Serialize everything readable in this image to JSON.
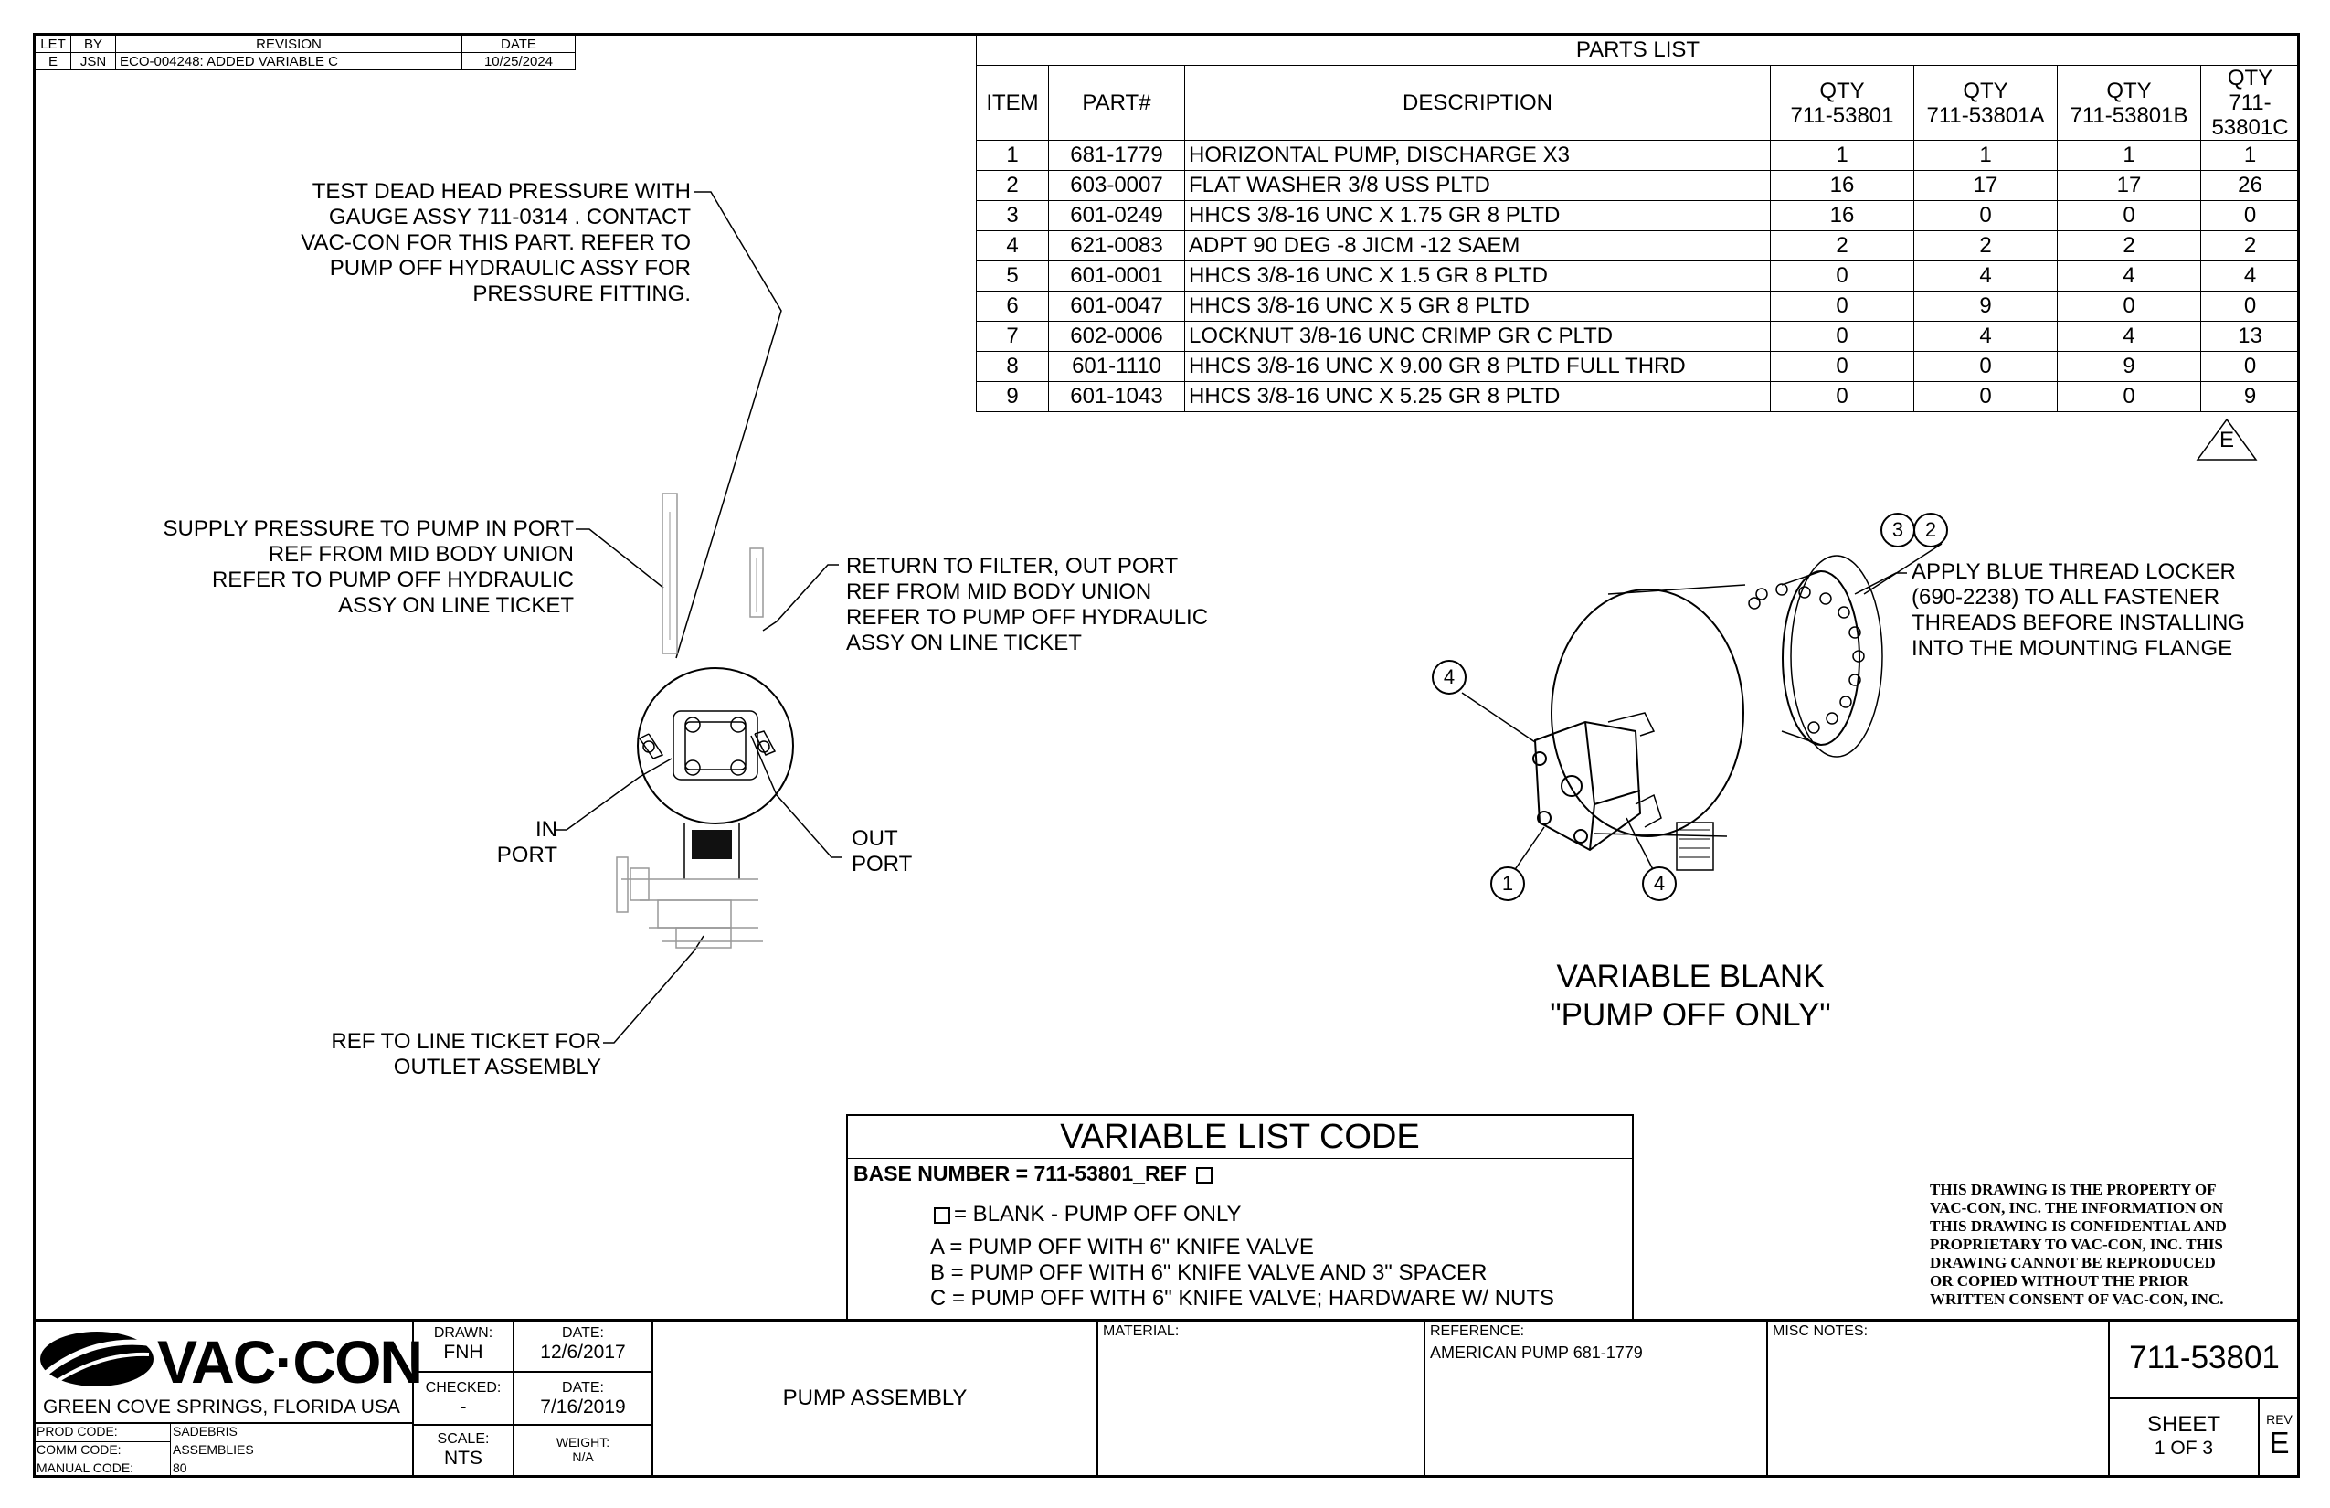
{
  "revision": {
    "headers": [
      "LET",
      "BY",
      "REVISION",
      "DATE"
    ],
    "row": [
      "E",
      "JSN",
      "ECO-004248:  ADDED VARIABLE C",
      "10/25/2024"
    ]
  },
  "parts_list": {
    "title": "PARTS LIST",
    "headers": [
      "ITEM",
      "PART#",
      "DESCRIPTION"
    ],
    "qty_label": "QTY",
    "qty_cols": [
      "711-53801",
      "711-53801A",
      "711-53801B",
      "711-53801C"
    ],
    "rows": [
      {
        "item": "1",
        "part": "681-1779",
        "desc": "HORIZONTAL PUMP, DISCHARGE X3",
        "q": [
          "1",
          "1",
          "1",
          "1"
        ]
      },
      {
        "item": "2",
        "part": "603-0007",
        "desc": "FLAT WASHER 3/8 USS PLTD",
        "q": [
          "16",
          "17",
          "17",
          "26"
        ]
      },
      {
        "item": "3",
        "part": "601-0249",
        "desc": "HHCS 3/8-16 UNC X 1.75 GR 8 PLTD",
        "q": [
          "16",
          "0",
          "0",
          "0"
        ]
      },
      {
        "item": "4",
        "part": "621-0083",
        "desc": "ADPT 90 DEG -8 JICM -12 SAEM",
        "q": [
          "2",
          "2",
          "2",
          "2"
        ]
      },
      {
        "item": "5",
        "part": "601-0001",
        "desc": "HHCS 3/8-16 UNC X 1.5 GR 8 PLTD",
        "q": [
          "0",
          "4",
          "4",
          "4"
        ]
      },
      {
        "item": "6",
        "part": "601-0047",
        "desc": "HHCS 3/8-16 UNC X 5 GR 8 PLTD",
        "q": [
          "0",
          "9",
          "0",
          "0"
        ]
      },
      {
        "item": "7",
        "part": "602-0006",
        "desc": "LOCKNUT 3/8-16 UNC CRIMP GR C PLTD",
        "q": [
          "0",
          "4",
          "4",
          "13"
        ]
      },
      {
        "item": "8",
        "part": "601-1110",
        "desc": "HHCS 3/8-16 UNC X 9.00 GR 8 PLTD FULL THRD",
        "q": [
          "0",
          "0",
          "9",
          "0"
        ]
      },
      {
        "item": "9",
        "part": "601-1043",
        "desc": "HHCS 3/8-16 UNC X 5.25 GR 8 PLTD",
        "q": [
          "0",
          "0",
          "0",
          "9"
        ]
      }
    ],
    "rev_flag": "E"
  },
  "notes": {
    "test_pressure": [
      "TEST DEAD HEAD PRESSURE WITH",
      "GAUGE ASSY 711-0314 . CONTACT",
      "VAC-CON FOR THIS PART.  REFER TO",
      "PUMP OFF HYDRAULIC ASSY FOR",
      "PRESSURE FITTING."
    ],
    "supply": [
      "SUPPLY PRESSURE TO PUMP IN PORT",
      "REF FROM MID BODY UNION",
      "REFER TO PUMP OFF HYDRAULIC",
      "ASSY ON LINE TICKET"
    ],
    "return": [
      "RETURN TO FILTER, OUT PORT",
      "REF FROM MID BODY UNION",
      "REFER TO PUMP OFF HYDRAULIC",
      "ASSY ON LINE TICKET"
    ],
    "in_port": [
      "IN",
      "PORT"
    ],
    "out_port": [
      "OUT",
      "PORT"
    ],
    "outlet": [
      "REF TO  LINE TICKET FOR",
      "OUTLET ASSEMBLY"
    ],
    "thread": [
      "APPLY BLUE THREAD LOCKER",
      "(690-2238) TO ALL FASTENER",
      "THREADS BEFORE INSTALLING",
      "INTO THE MOUNTING FLANGE"
    ],
    "variable_blank": [
      "VARIABLE BLANK",
      "\"PUMP OFF ONLY\""
    ]
  },
  "bubbles": {
    "b3": "3",
    "b2": "2",
    "b4a": "4",
    "b1": "1",
    "b4b": "4"
  },
  "variable_list": {
    "title": "VARIABLE LIST CODE",
    "base": "BASE NUMBER = 711-53801_REF",
    "blank": "=  BLANK  -  PUMP OFF ONLY",
    "a": "A  =  PUMP OFF WITH 6\" KNIFE VALVE",
    "b": "B  =  PUMP OFF WITH 6\" KNIFE VALVE AND 3\" SPACER",
    "c": "C  =  PUMP OFF WITH 6\" KNIFE VALVE; HARDWARE W/ NUTS"
  },
  "property_notice": [
    "THIS DRAWING IS THE PROPERTY OF",
    "VAC-CON, INC.  THE INFORMATION ON",
    "THIS DRAWING IS CONFIDENTIAL AND",
    "PROPRIETARY TO VAC-CON, INC.  THIS",
    "DRAWING CANNOT BE REPRODUCED",
    "OR COPIED WITHOUT THE PRIOR",
    "WRITTEN CONSENT OF VAC-CON, INC."
  ],
  "title_block": {
    "logo_text": "VAC·CON",
    "location": "GREEN COVE SPRINGS, FLORIDA USA",
    "prod_label": "PROD CODE:",
    "prod": "SADEBRIS",
    "comm_label": "COMM CODE:",
    "comm": "ASSEMBLIES",
    "manual_label": "MANUAL CODE:",
    "manual": "80",
    "drawn_label": "DRAWN:",
    "drawn": "FNH",
    "date_label": "DATE:",
    "drawn_date": "12/6/2017",
    "checked_label": "CHECKED:",
    "checked": "-",
    "checked_date": "7/16/2019",
    "scale_label": "SCALE:",
    "scale": "NTS",
    "weight_label": "WEIGHT:",
    "weight": "N/A",
    "title": "PUMP ASSEMBLY",
    "material_label": "MATERIAL:",
    "reference_label": "REFERENCE:",
    "reference": "AMERICAN PUMP 681-1779",
    "misc_label": "MISC NOTES:",
    "dwg_no": "711-53801",
    "sheet_label": "SHEET",
    "sheet": "1  OF 3",
    "rev_label": "REV",
    "rev": "E"
  }
}
